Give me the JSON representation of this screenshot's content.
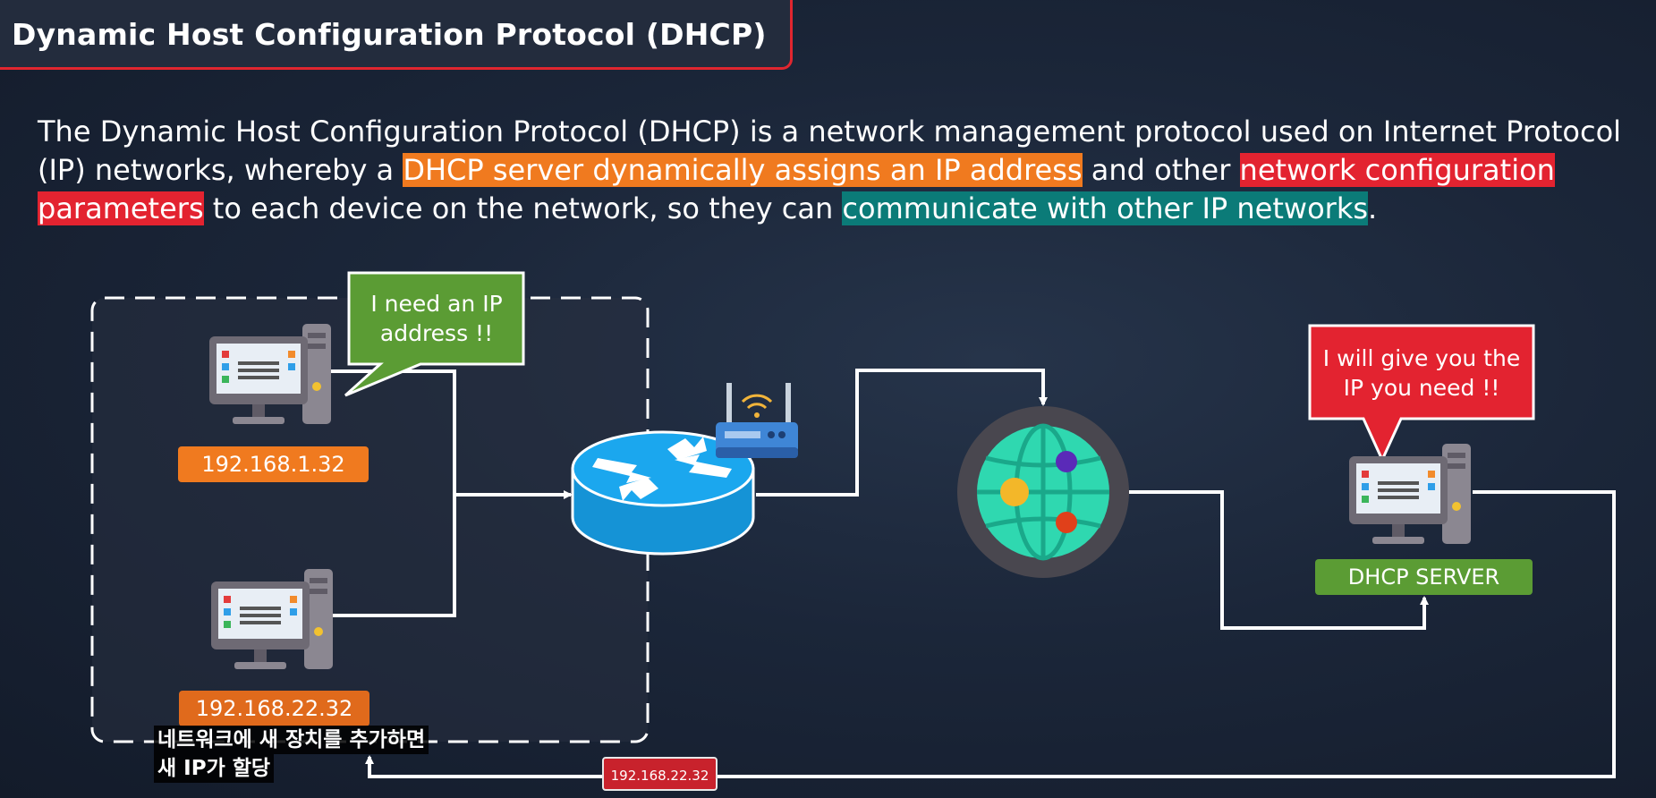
{
  "header": {
    "title": "Dynamic Host Configuration Protocol (DHCP)"
  },
  "description": {
    "part1": "The Dynamic Host Configuration Protocol (DHCP) is a network management protocol used on Internet Protocol (IP) networks, whereby a ",
    "hl1": "DHCP server dynamically assigns an IP address",
    "part2": " and other ",
    "hl2": "network configuration parameters",
    "part3": " to each device on the network, so they can ",
    "hl3": "communicate with other IP networks",
    "part4": "."
  },
  "diagram": {
    "client_bubble": {
      "line1": "I need an IP",
      "line2": "address !!"
    },
    "client1_ip": "192.168.1.32",
    "client2_ip": "192.168.22.32",
    "server_bubble": {
      "line1": "I will give you the",
      "line2": "IP you need !!"
    },
    "server_label": "DHCP SERVER",
    "assigned_ip": "192.168.22.32"
  },
  "subtitle": {
    "line1": "네트워크에 새 장치를 추가하면",
    "line2": "새 IP가 할당"
  },
  "colors": {
    "accent_red": "#e32330",
    "orange": "#f07a1f",
    "teal": "#0b7b78",
    "green": "#5b9c34",
    "router_blue": "#1ba7ee",
    "globe_teal": "#2fd8b0"
  }
}
